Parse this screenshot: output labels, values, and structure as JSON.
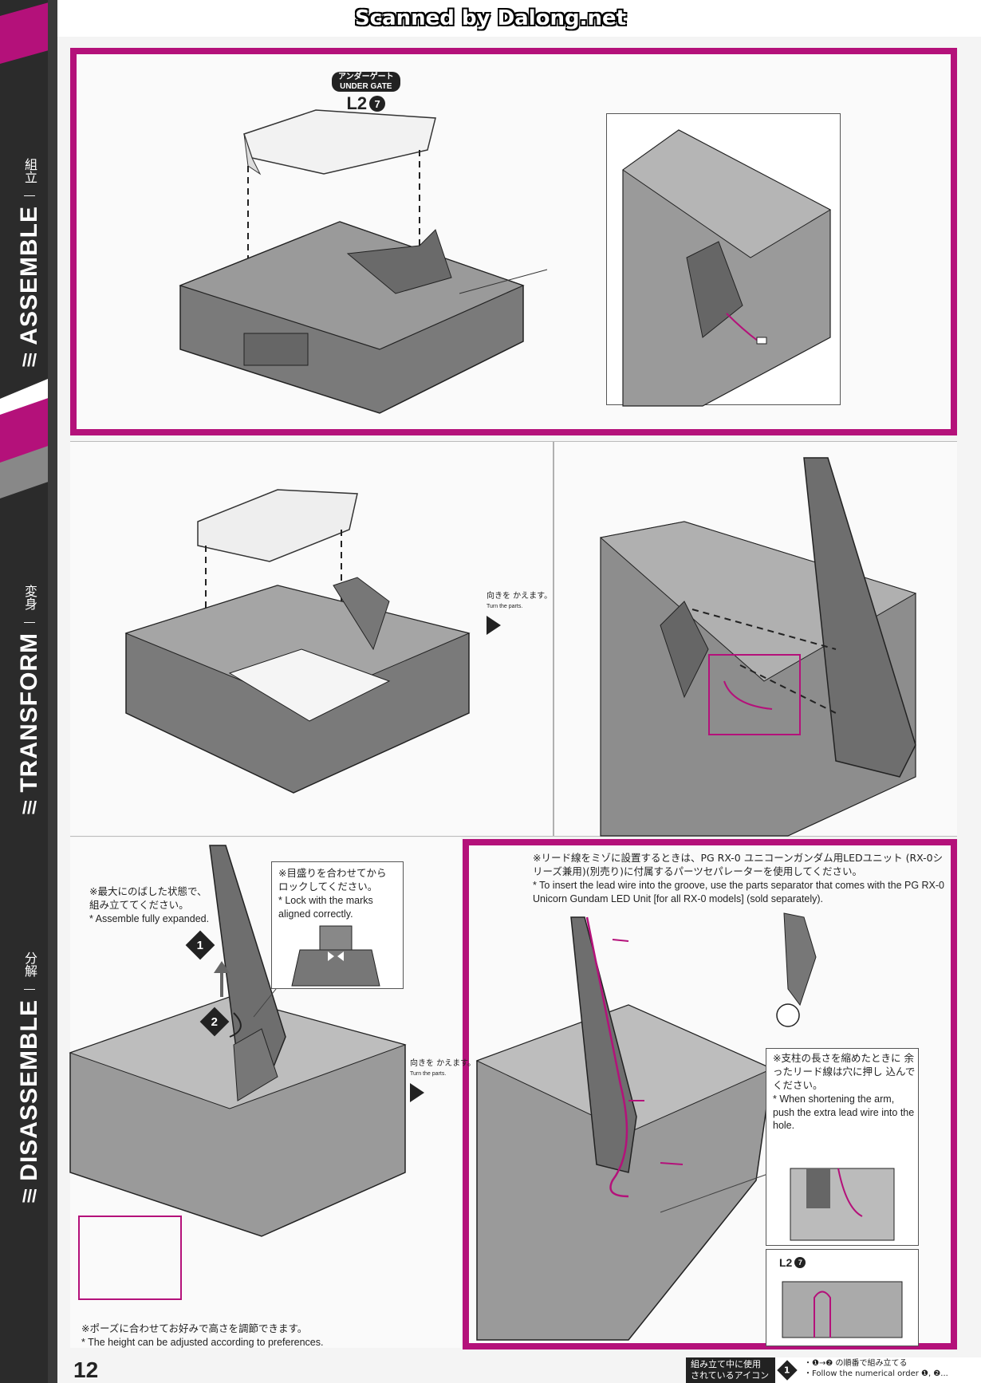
{
  "watermark": "Scanned by Dalong.net",
  "sidebar": {
    "sections": [
      {
        "title": "ASSEMBLE",
        "jp": "組立"
      },
      {
        "title": "TRANSFORM",
        "jp": "変身"
      },
      {
        "title": "DISASSEMBLE",
        "jp": "分解"
      }
    ],
    "accent": "#b4117a"
  },
  "panel1": {
    "badge_jp": "アンダーゲート",
    "badge_en": "UNDER GATE",
    "part_code": "L2",
    "part_number": "7"
  },
  "panel2": {
    "turn_jp": "向きを かえます。",
    "turn_en": "Turn the parts."
  },
  "panel3": {
    "lock_jp": "※目盛りを合わせてから ロックしてください。",
    "lock_en": "* Lock with the marks aligned correctly.",
    "expand_jp": "※最大にのばした状態で、 組み立ててください。",
    "expand_en": "* Assemble fully expanded.",
    "step1": "1",
    "step2": "2",
    "height_jp": "※ポーズに合わせてお好みで高さを調節できます。",
    "height_en": "* The height can be adjusted according to preferences."
  },
  "panel4": {
    "turn_jp": "向きを かえます。",
    "turn_en": "Turn the parts.",
    "wire_jp": "※リード線をミゾに設置するときは、PG RX-0 ユニコーンガンダム用LEDユニット (RX-0シリーズ兼用)(別売り)に付属するパーツセパレーターを使用してください。",
    "wire_en": "* To insert the lead wire into the groove, use the parts separator that comes with the PG RX-0 Unicorn Gundam LED Unit [for all RX-0 models] (sold separately).",
    "shorten_jp": "※支柱の長さを縮めたときに 余ったリード線は穴に押し 込んでください。",
    "shorten_en": "* When shortening the arm, push the extra lead wire into the hole.",
    "part_code": "L2",
    "part_number": "7"
  },
  "footer": {
    "page_number": "12",
    "legend_label": "組み立て中に使用 されているアイコン",
    "legend_icon": "1",
    "legend_jp": "・❶→❷ の順番で組み立てる",
    "legend_en": "・Follow the numerical order ❶, ❷..."
  }
}
